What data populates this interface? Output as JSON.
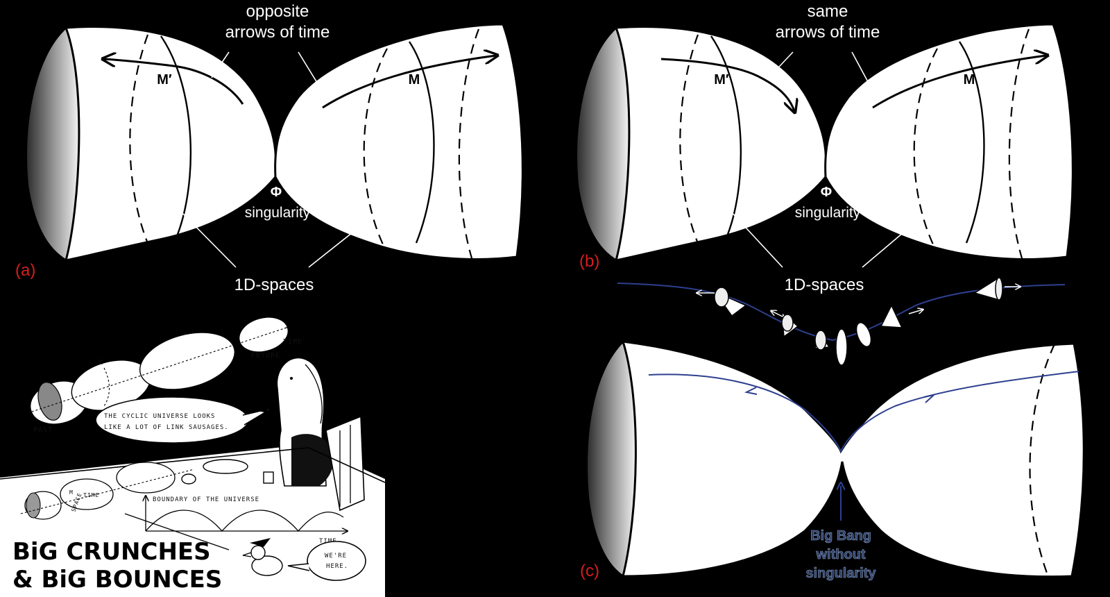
{
  "panels": {
    "a": {
      "tag": "(a)",
      "arrows_label_line1": "opposite",
      "arrows_label_line2": "arrows of time",
      "m_prime": "M′",
      "m": "M",
      "phi": "Φ",
      "singularity": "singularity",
      "spaces": "1D-spaces"
    },
    "b": {
      "tag": "(b)",
      "arrows_label_line1": "same",
      "arrows_label_line2": "arrows of time",
      "m_prime": "M′",
      "m": "M",
      "phi": "Φ",
      "singularity": "singularity",
      "spaces": "1D-spaces"
    },
    "c": {
      "tag": "(c)",
      "bang_line1": "Big Bang",
      "bang_line2": "without",
      "bang_line3": "singularity"
    }
  },
  "cartoon": {
    "time_top": "TIME",
    "future": "FUTURE",
    "past": "PAST",
    "m": "M",
    "speech_line1": "THE CYCLIC UNIVERSE LOOKS",
    "speech_line2": "LIKE A LOT OF LINK SAUSAGES.",
    "table_time": "TIME",
    "table_space": "SPACE",
    "table_m": "M",
    "boundary": "BOUNDARY OF THE UNIVERSE",
    "axis_time": "TIME",
    "bird_line1": "WE'RE",
    "bird_line2": "HERE.",
    "title_line1": "BiG CRUNCHES",
    "title_line2": "& BiG BOUNCES"
  },
  "colors": {
    "panel_tag": "#d61d1d",
    "trajectory": "#2e3f8f",
    "bang_text": "#2c3d66"
  }
}
